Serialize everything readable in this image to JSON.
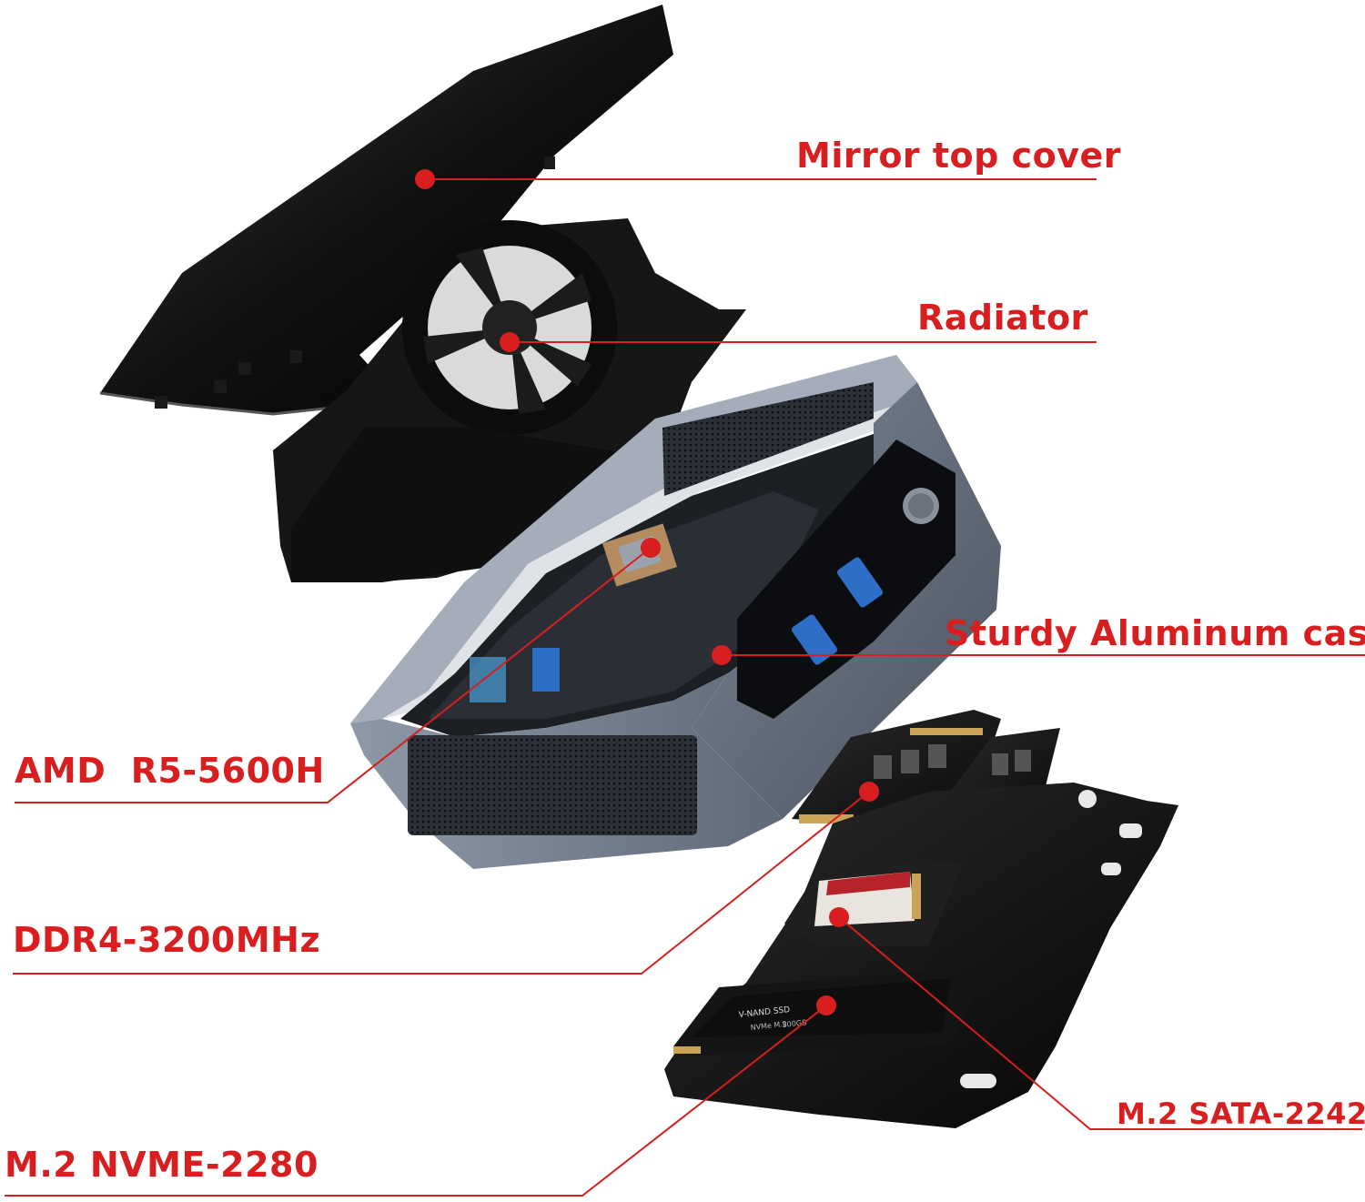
{
  "accent_color": "#d81e1e",
  "labels": {
    "top_cover": "Mirror top cover",
    "radiator": "Radiator",
    "case": "Sturdy Aluminum case",
    "cpu": "AMD  R5-5600H",
    "ram": "DDR4-3200MHz",
    "sata": "M.2 SATA-2242",
    "nvme": "M.2 NVME-2280"
  },
  "device_markings": {
    "nvme_brand": "V-NAND SSD",
    "nvme_model": "NVMe M.2",
    "nvme_capacity": "500GB"
  }
}
